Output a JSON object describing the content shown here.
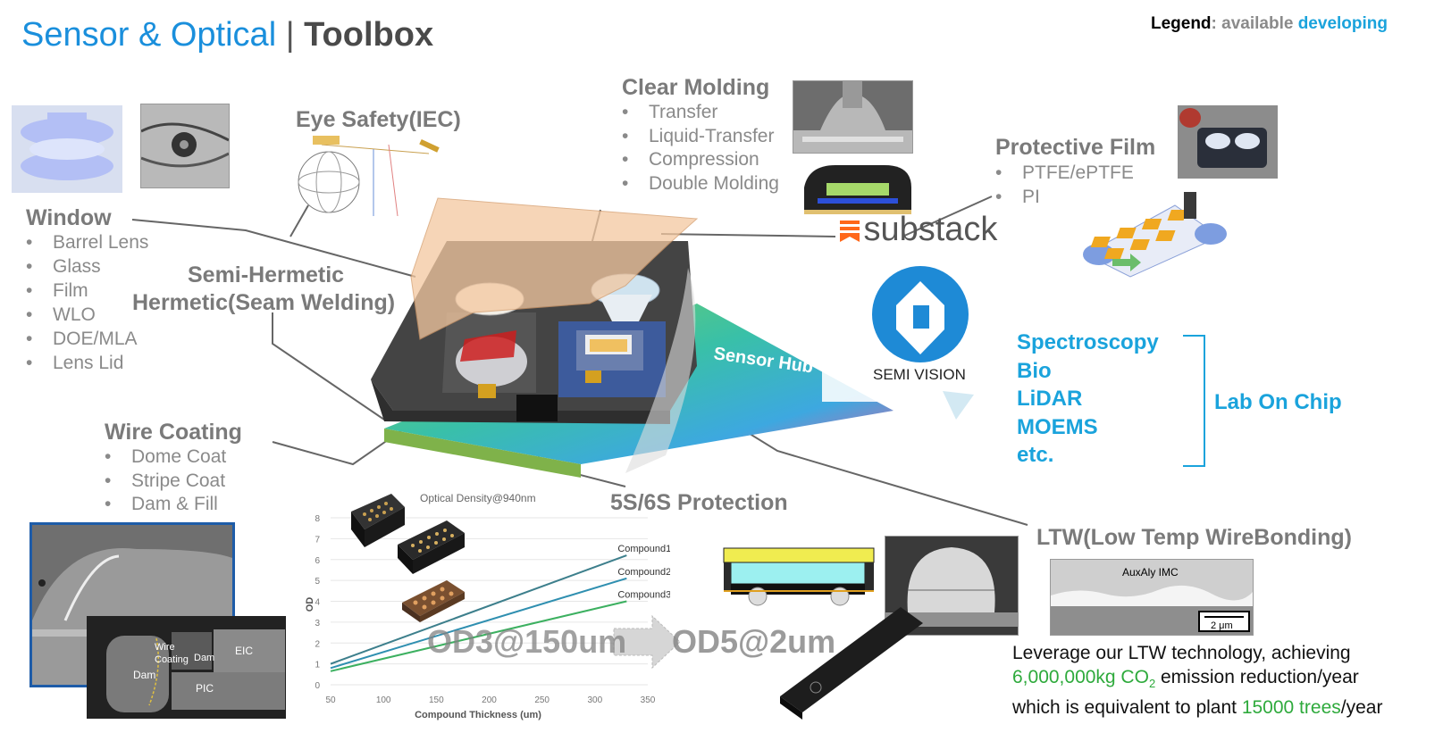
{
  "header": {
    "title_part1": "Sensor & Optical",
    "title_sep": "|",
    "title_part2": "Toolbox"
  },
  "legend": {
    "key": "Legend",
    "colon": ":",
    "available": "available",
    "developing": "developing"
  },
  "eye_safety": {
    "title": "Eye Safety(IEC)"
  },
  "window": {
    "title": "Window",
    "items": [
      "Barrel Lens",
      "Glass",
      "Film",
      "WLO",
      "DOE/MLA",
      "Lens Lid"
    ]
  },
  "hermetic": {
    "line1": "Semi-Hermetic",
    "line2": "Hermetic(Seam Welding)"
  },
  "clear_molding": {
    "title": "Clear Molding",
    "items": [
      "Transfer",
      "Liquid-Transfer",
      "Compression",
      "Double Molding"
    ]
  },
  "protective_film": {
    "title": "Protective Film",
    "items": [
      "PTFE/ePTFE",
      "PI"
    ]
  },
  "watermarks": {
    "substack": "substack",
    "semi_vision": "SEMI VISION"
  },
  "sensor_hub": {
    "label": "Sensor Hub"
  },
  "lab_on_chip": {
    "items": [
      "Spectroscopy",
      "Bio",
      "LiDAR",
      "MOEMS",
      "etc."
    ],
    "label": "Lab On Chip"
  },
  "wire_coating": {
    "title": "Wire Coating",
    "items": [
      "Dome Coat",
      "Stripe Coat",
      "Dam & Fill"
    ]
  },
  "protection_5s6s": {
    "title": "5S/6S Protection"
  },
  "ltw": {
    "title": "LTW(Low Temp WireBonding)",
    "imc_label": "AuxAly IMC",
    "scale": "2 μm",
    "desc_line1": "Leverage our LTW technology, achieving",
    "desc_line2_green": "6,000,000kg CO",
    "desc_line2_sub": "2",
    "desc_line2_rest": " emission reduction/year",
    "desc_line3_pre": "which is equivalent to plant ",
    "desc_line3_green": "15000 trees",
    "desc_line3_post": "/year"
  },
  "od_callout": {
    "left": "OD3@150um",
    "right": "OD5@2um"
  },
  "sem_labels": {
    "wire": "Wire",
    "coating": "Coating",
    "dam": "Dam",
    "dam2": "Dam",
    "eic": "EIC",
    "pic": "PIC"
  },
  "colors": {
    "blue_title": "#1a8fdc",
    "developing": "#1aa3dc",
    "available": "#8a8a8a",
    "green_highlight": "#2eaa3c",
    "compound1": "#3d7f8c",
    "compound2": "#2f8fb0",
    "compound3": "#3cb060"
  },
  "chart_data": {
    "type": "line",
    "title": "Optical Density@940nm",
    "xlabel": "Compound Thickness (um)",
    "ylabel": "OD",
    "xlim": [
      50,
      350
    ],
    "ylim": [
      0,
      8
    ],
    "xticks": [
      50,
      100,
      150,
      200,
      250,
      300,
      350
    ],
    "yticks": [
      0,
      1,
      2,
      3,
      4,
      5,
      6,
      7,
      8
    ],
    "grid": true,
    "series": [
      {
        "name": "Compound1",
        "x": [
          50,
          330
        ],
        "y": [
          1.0,
          6.2
        ]
      },
      {
        "name": "Compound2",
        "x": [
          50,
          330
        ],
        "y": [
          0.8,
          5.1
        ]
      },
      {
        "name": "Compound3",
        "x": [
          50,
          330
        ],
        "y": [
          0.65,
          4.0
        ]
      }
    ]
  }
}
